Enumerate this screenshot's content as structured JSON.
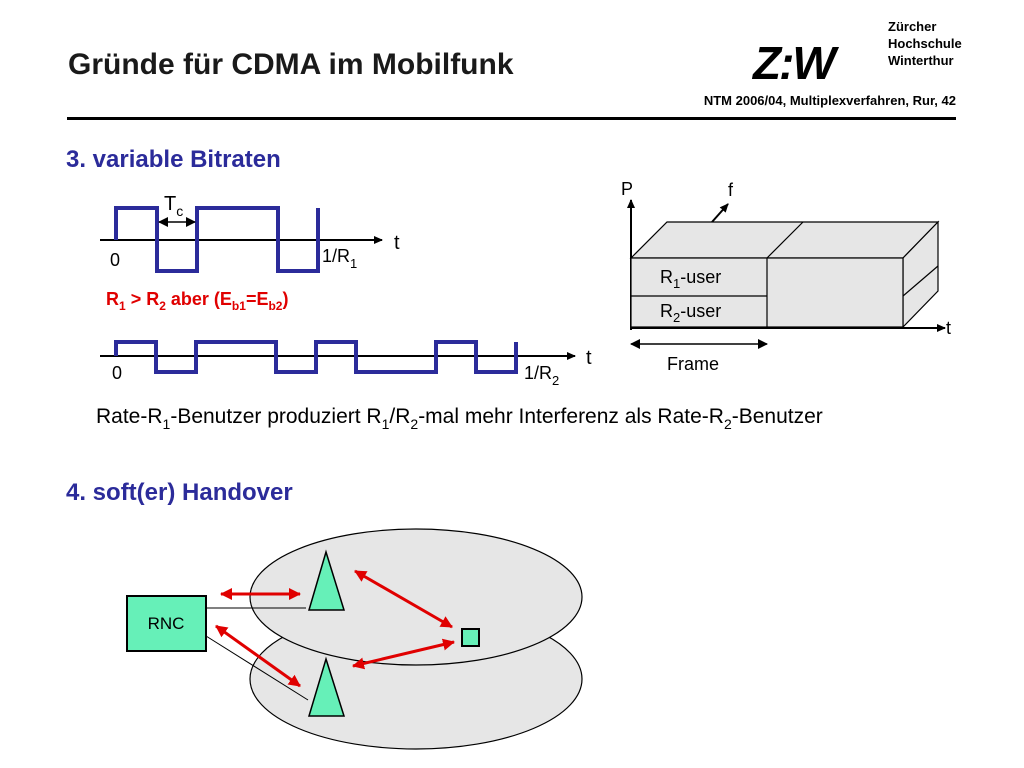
{
  "header": {
    "title": "Gründe für CDMA im Mobilfunk",
    "subtitle": "NTM 2006/04, Multiplexverfahren, Rur, 42",
    "logo_letters": "Z:W",
    "logo_lines": [
      "Zürcher",
      "Hochschule",
      "Winterthur"
    ]
  },
  "section3": {
    "heading": "3. variable Bitraten",
    "signal1": {
      "tc_main": "T",
      "tc_sub": "c",
      "t_label": "t",
      "zero": "0",
      "end_main": "1/R",
      "end_sub": "1"
    },
    "relation": {
      "r1": "R",
      "r1_sub": "1",
      "gt": " > ",
      "r2": "R",
      "r2_sub": "2",
      "aber": " aber (E",
      "eb1_sub": "b1",
      "eq": "=E",
      "eb2_sub": "b2",
      "close": ")"
    },
    "signal2": {
      "t_label": "t",
      "zero": "0",
      "end_main": "1/R",
      "end_sub": "2"
    },
    "box": {
      "p_label": "P",
      "f_label": "f",
      "t_label": "t",
      "user1_main": "R",
      "user1_sub": "1",
      "user1_rest": "-user",
      "user2_main": "R",
      "user2_sub": "2",
      "user2_rest": "-user",
      "frame_label": "Frame"
    },
    "statement": {
      "a": "Rate-R",
      "a_sub": "1",
      "b": "-Benutzer produziert R",
      "b_sub": "1",
      "c": "/R",
      "c_sub": "2",
      "d": "-mal mehr Interferenz als Rate-R",
      "d_sub": "2",
      "e": "-Benutzer"
    }
  },
  "section4": {
    "heading": "4. soft(er) Handover",
    "rnc_label": "RNC"
  },
  "colors": {
    "title": "#1a1a1a",
    "heading": "#2b2b9a",
    "signal": "#2b2b9a",
    "relation": "#e00000",
    "arrows": "#e00000",
    "antenna": "#66f0b8",
    "rnc": "#66f0b8",
    "cell": "#e6e6e6"
  }
}
